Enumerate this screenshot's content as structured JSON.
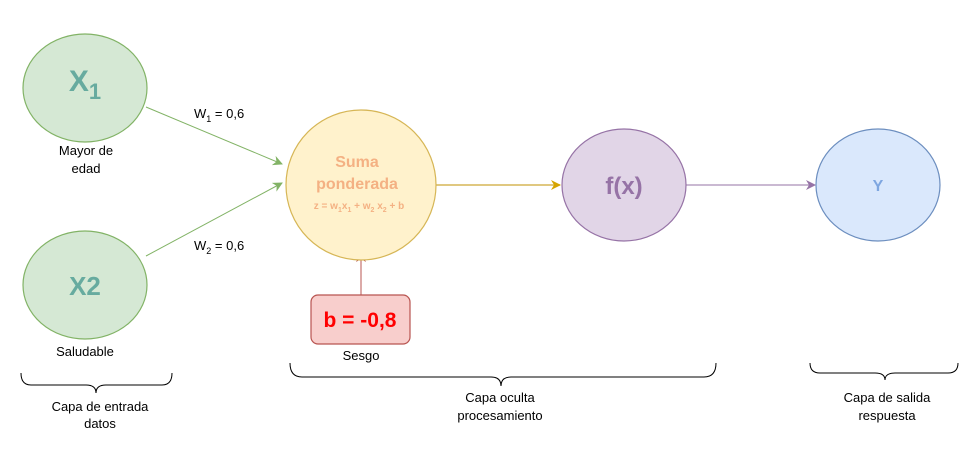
{
  "nodes": {
    "x1": {
      "main": "X",
      "sub": "1",
      "caption_line1": "Mayor de",
      "caption_line2": "edad"
    },
    "x2": {
      "main": "X2",
      "caption": "Saludable"
    },
    "sum": {
      "line1": "Suma",
      "line2": "ponderada",
      "formula": {
        "z": "z = w",
        "s1": "1",
        "x1": "x",
        "s2": "1",
        "plus": " + w",
        "s3": "2",
        "x2": " x",
        "s4": "2",
        "tail": " + b"
      }
    },
    "fx": {
      "label": "f(x)"
    },
    "y": {
      "label": "Y"
    },
    "bias": {
      "label": "b = -0,8",
      "caption": "Sesgo"
    }
  },
  "weights": {
    "w1": {
      "w": "W",
      "sub": "1",
      "value": " = 0,6"
    },
    "w2": {
      "w": "W",
      "sub": "2",
      "value": " = 0,6"
    }
  },
  "layers": {
    "input": {
      "line1": "Capa de entrada",
      "line2": "datos"
    },
    "hidden": {
      "line1": "Capa oculta",
      "line2": "procesamiento"
    },
    "output": {
      "line1": "Capa de salida",
      "line2": "respuesta"
    }
  },
  "colors": {
    "input_fill": "#d5e8d4",
    "input_stroke": "#82b366",
    "input_text": "#67ab9f",
    "sum_fill": "#fff2cc",
    "sum_stroke": "#d6b656",
    "sum_text": "#f4b183",
    "fx_fill": "#e1d5e7",
    "fx_stroke": "#9673a6",
    "fx_text": "#9673a6",
    "y_fill": "#dae8fc",
    "y_stroke": "#6c8ebf",
    "y_text": "#7ea6e0",
    "bias_fill": "#f8cecc",
    "bias_stroke": "#b85450",
    "bias_text": "#ff0000"
  }
}
